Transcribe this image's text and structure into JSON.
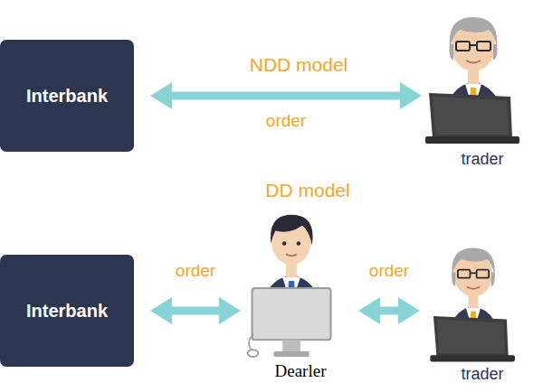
{
  "diagram": {
    "nodes": [
      {
        "text": [
          "Interbank"
        ]
      },
      {
        "text": [
          "trader"
        ]
      },
      {
        "text": [
          "Interbank"
        ]
      },
      {
        "text": [
          "Dearler"
        ]
      },
      {
        "text": [
          "trader"
        ]
      }
    ],
    "edges": [
      {
        "from": 0,
        "to": 1,
        "label": "order",
        "arrow": "both"
      },
      {
        "from": 2,
        "to": 3,
        "label": "order",
        "arrow": "both"
      },
      {
        "from": 3,
        "to": 4,
        "label": "order",
        "arrow": "both"
      }
    ],
    "labels": [
      "NDD model",
      "DD model"
    ]
  }
}
